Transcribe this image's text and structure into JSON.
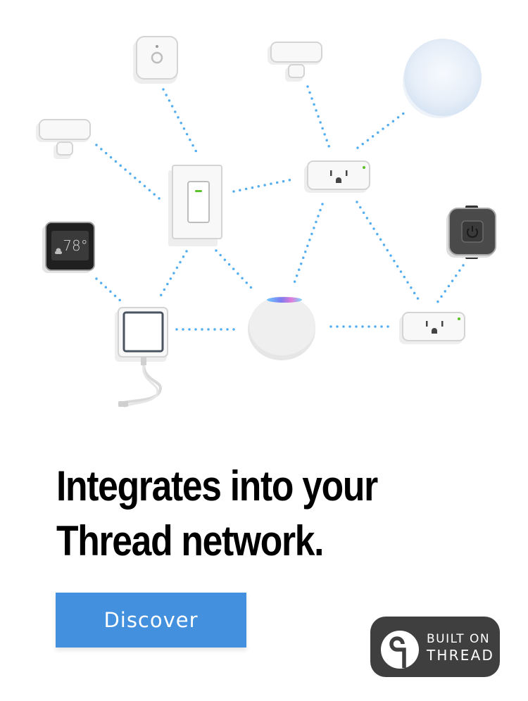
{
  "illustration": {
    "devices": [
      {
        "name": "motion-sensor"
      },
      {
        "name": "door-sensor-left"
      },
      {
        "name": "door-sensor-top"
      },
      {
        "name": "light-bulb"
      },
      {
        "name": "light-switch"
      },
      {
        "name": "smart-plug-top"
      },
      {
        "name": "thermostat",
        "temperature": "78°"
      },
      {
        "name": "thread-border-router"
      },
      {
        "name": "homepod-mini"
      },
      {
        "name": "smart-plug-bottom"
      },
      {
        "name": "power-button-device"
      }
    ],
    "connection_color": "#52aef0"
  },
  "headline": {
    "line1": "Integrates into your",
    "line2": "Thread network."
  },
  "cta": {
    "label": "Discover",
    "color": "#4390de"
  },
  "badge": {
    "line1": "BUILT ON",
    "line2": "THREAD"
  }
}
